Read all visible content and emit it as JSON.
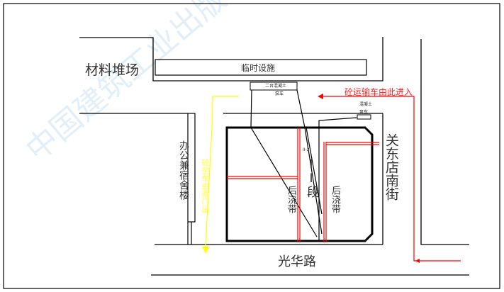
{
  "labels": {
    "material_yard": "材料堆场",
    "temp_facility": "临时设施",
    "pump_two_line1": "二台混凝土",
    "pump_two_line2": "泵车",
    "pump_one_line1": "混凝土",
    "pump_one_line2": "泵车",
    "entry_note": "砼运输车由此进入",
    "exit_note": "砼空车由南门出",
    "office": "办公兼宿舍楼",
    "section_marker": "II-2",
    "section": "II段",
    "post_pour_left": "后浇带",
    "post_pour_right": "后浇带",
    "east_street": "关东店南街",
    "south_road": "光华路",
    "watermark": "中国建筑工业出版社"
  },
  "colors": {
    "entry_route": "#ff0000",
    "exit_route": "#ffff00",
    "post_pour_band": "#ff0000",
    "lines": "#000000"
  }
}
